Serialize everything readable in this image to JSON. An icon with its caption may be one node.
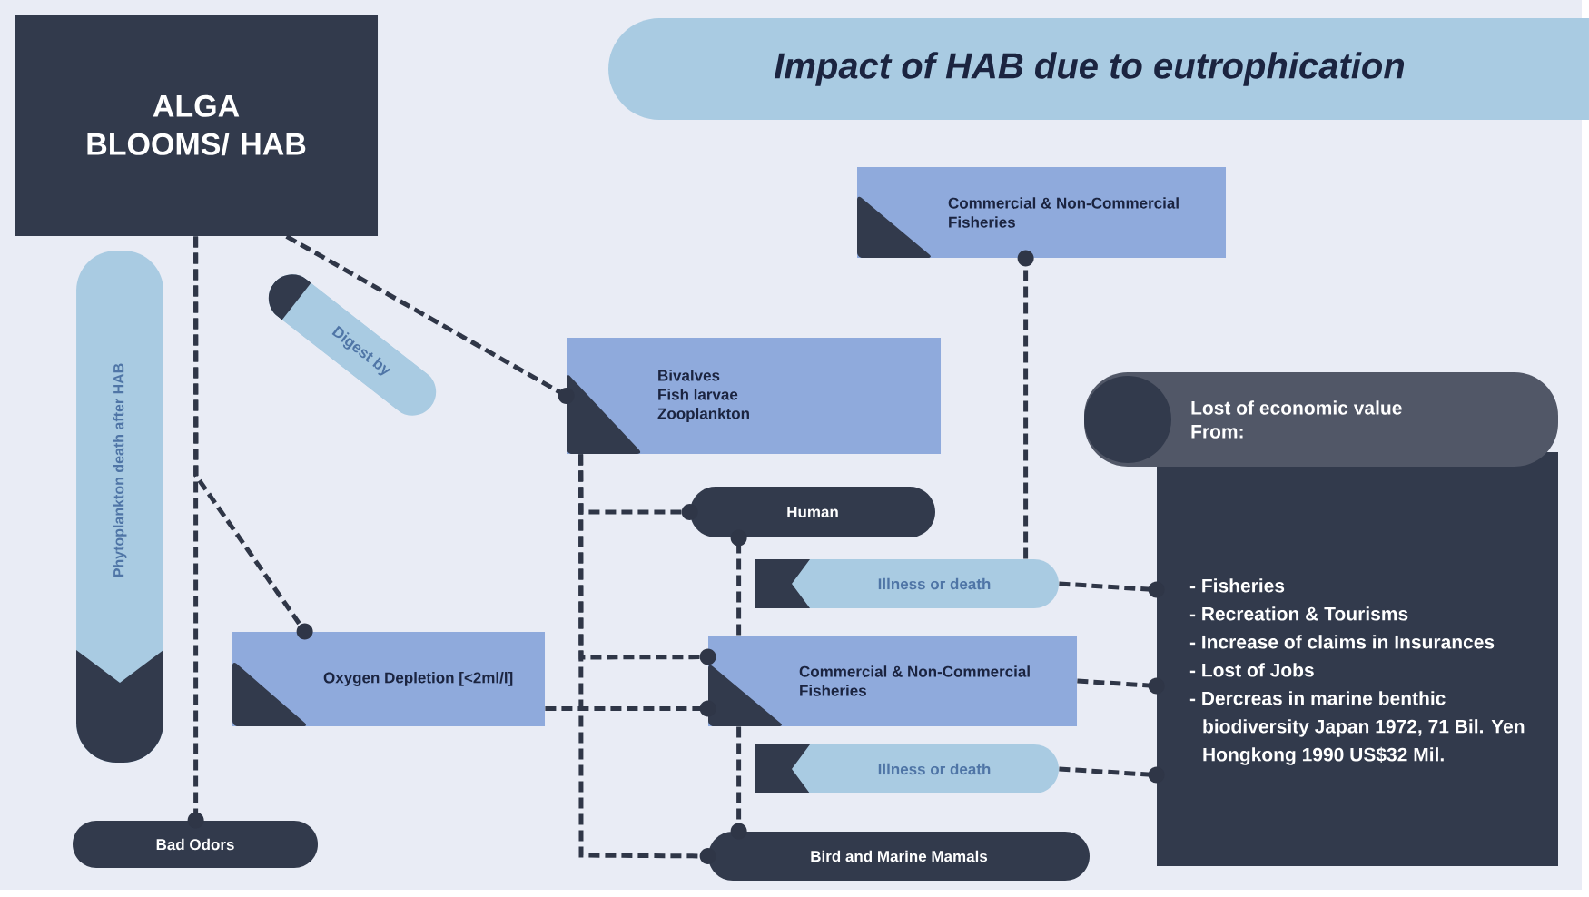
{
  "diagram": {
    "title": "Impact of HAB due to eutrophication",
    "nodes": [
      {
        "text": [
          "ALGA BLOOMS/ HAB"
        ]
      },
      {
        "text": [
          "Commercial & Non-Commercial Fisheries"
        ]
      },
      {
        "text": [
          "Digest by"
        ]
      },
      {
        "text": [
          "Bivalves",
          "Fish larvae",
          "Zooplankton"
        ]
      },
      {
        "text": [
          "Phytoplankton death after HAB"
        ]
      },
      {
        "text": [
          "Lost of economic value From:",
          "- Fisheries",
          "- Recreation & Tourisms",
          "- Increase of claims in Insurances",
          "- Lost of Jobs",
          "- Dercreas in marine benthic biodiversity Japan 1972, 71 Bil. Yen Hongkong 1990 US$32 Mil."
        ]
      },
      {
        "text": [
          "Human"
        ]
      },
      {
        "text": [
          "Illness or death"
        ]
      },
      {
        "text": [
          "Oxygen Depletion [<2ml/l]"
        ]
      },
      {
        "text": [
          "Commercial & Non-Commercial Fisheries"
        ]
      },
      {
        "text": [
          "Illness or death"
        ]
      },
      {
        "text": [
          "Bad Odors"
        ]
      },
      {
        "text": [
          "Bird and Marine Mamals"
        ]
      }
    ],
    "edges": [
      {
        "from": 0,
        "to": 3,
        "arrow": "other"
      },
      {
        "from": 0,
        "to": 11,
        "arrow": "other"
      },
      {
        "from": 0,
        "to": 8,
        "arrow": "other"
      },
      {
        "from": 3,
        "to": 6,
        "arrow": "other"
      },
      {
        "from": 3,
        "to": 9,
        "arrow": "other"
      },
      {
        "from": 3,
        "to": 12,
        "arrow": "other"
      },
      {
        "from": 8,
        "to": 9,
        "arrow": "other"
      },
      {
        "from": 7,
        "to": 1,
        "arrow": "other"
      },
      {
        "from": 9,
        "to": 6,
        "arrow": "other"
      },
      {
        "from": 9,
        "to": 12,
        "arrow": "other"
      },
      {
        "from": 7,
        "to": 5,
        "arrow": "other"
      },
      {
        "from": 9,
        "to": 5,
        "arrow": "other"
      },
      {
        "from": 10,
        "to": 5,
        "arrow": "other"
      }
    ]
  }
}
